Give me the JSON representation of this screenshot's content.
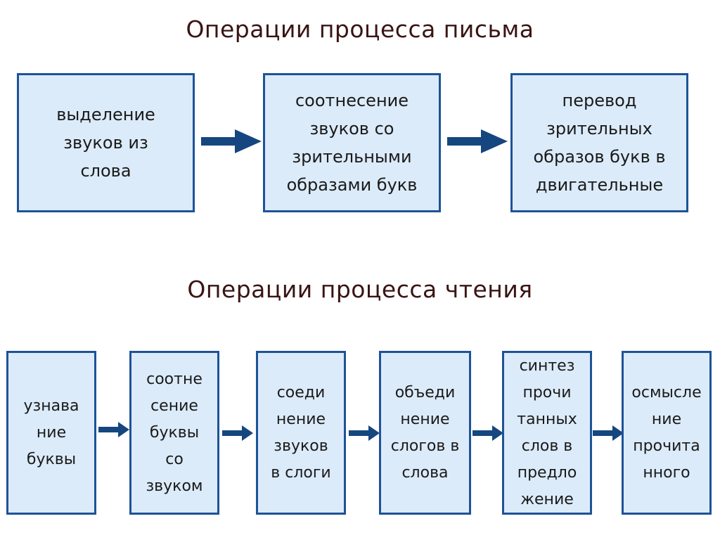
{
  "writing": {
    "title": "Операции процесса письма",
    "steps": [
      "выделение\nзвуков из\nслова",
      "соотнесение\nзвуков со\nзрительными\nобразами букв",
      "перевод\nзрительных\nобразов букв в\nдвигательные"
    ]
  },
  "reading": {
    "title": "Операции процесса чтения",
    "steps": [
      "узнава\nние\nбуквы",
      "соотне\nсение\nбуквы\nсо\nзвуком",
      "соеди\nнение\nзвуков\nв слоги",
      "объеди\nнение\nслогов в\nслова",
      "синтез\nпрочи\nтанных\nслов в\nпредло\nжение",
      "осмысле\nние\nпрочита\nнного"
    ]
  },
  "colors": {
    "box_fill": "#dcebfa",
    "box_border": "#1d5398",
    "arrow": "#16467f",
    "title_text": "#3a1414"
  }
}
